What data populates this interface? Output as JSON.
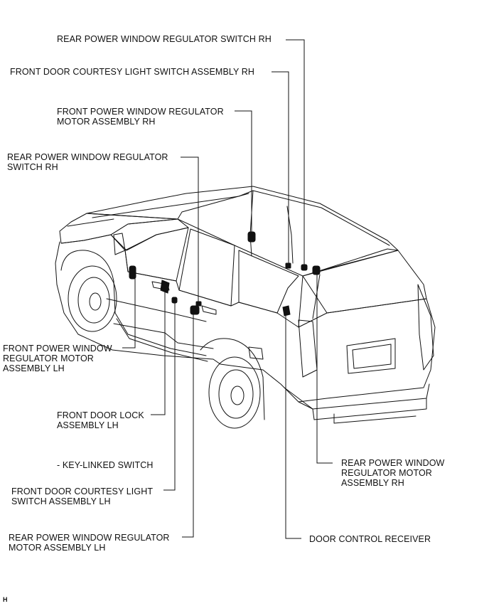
{
  "labels": {
    "rear_pw_switch_rh_top": "REAR POWER WINDOW REGULATOR SWITCH RH",
    "front_door_courtesy_rh": "FRONT DOOR COURTESY LIGHT SWITCH ASSEMBLY RH",
    "front_pw_motor_rh": "FRONT POWER WINDOW REGULATOR\nMOTOR ASSEMBLY RH",
    "rear_pw_switch_rh_left": "REAR POWER WINDOW REGULATOR\nSWITCH RH",
    "front_pw_motor_lh": "FRONT POWER WINDOW\nREGULATOR MOTOR\nASSEMBLY LH",
    "front_door_lock_lh": "FRONT DOOR LOCK\nASSEMBLY LH",
    "key_linked_switch": "- KEY-LINKED SWITCH",
    "front_door_courtesy_lh": "FRONT DOOR COURTESY LIGHT\nSWITCH ASSEMBLY LH",
    "rear_pw_motor_lh": "REAR POWER WINDOW REGULATOR\nMOTOR ASSEMBLY LH",
    "rear_pw_motor_rh": "REAR POWER WINDOW\nREGULATOR MOTOR\nASSEMBLY RH",
    "door_control_receiver": "DOOR CONTROL RECEIVER"
  },
  "figure_code": "H",
  "colors": {
    "line": "#111111",
    "background": "#ffffff"
  }
}
